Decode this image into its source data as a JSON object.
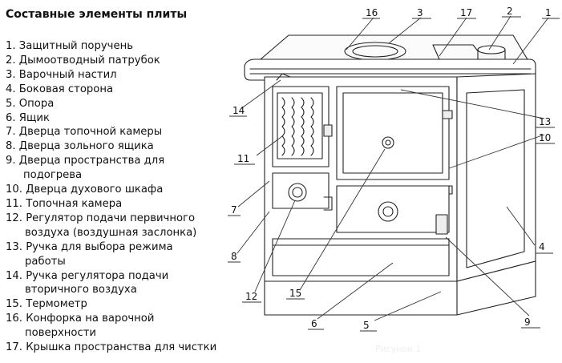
{
  "title": "Составные элементы плиты",
  "legend": [
    {
      "num": "1.",
      "text": "Защитный поручень"
    },
    {
      "num": "2.",
      "text": "Дымоотводный патрубок"
    },
    {
      "num": "3.",
      "text": "Варочный настил"
    },
    {
      "num": "4.",
      "text": "Боковая сторона"
    },
    {
      "num": "5.",
      "text": "Опора"
    },
    {
      "num": "6.",
      "text": "Ящик"
    },
    {
      "num": "7.",
      "text": "Дверца топочной камеры"
    },
    {
      "num": "8.",
      "text": "Дверца зольного ящика"
    },
    {
      "num": "9.",
      "text": "Дверца пространства для",
      "cont": "подогрева"
    },
    {
      "num": "10.",
      "text": "Дверца духового шкафа"
    },
    {
      "num": "11.",
      "text": "Топочная камера"
    },
    {
      "num": "12.",
      "text": "Регулятор подачи первичного",
      "cont": "воздуха (воздушная заслонка)"
    },
    {
      "num": "13.",
      "text": "Ручка для выбора режима",
      "cont": "работы"
    },
    {
      "num": "14.",
      "text": "Ручка регулятора подачи",
      "cont": "вторичного воздуха"
    },
    {
      "num": "15.",
      "text": "Термометр"
    },
    {
      "num": "16.",
      "text": "Конфорка на варочной",
      "cont": "поверхности"
    },
    {
      "num": "17.",
      "text": "Крышка пространства для чистки"
    }
  ],
  "callouts": [
    "1",
    "2",
    "3",
    "4",
    "5",
    "6",
    "7",
    "8",
    "9",
    "10",
    "11",
    "12",
    "13",
    "14",
    "15",
    "16",
    "17"
  ],
  "caption": "Рисунок 1"
}
